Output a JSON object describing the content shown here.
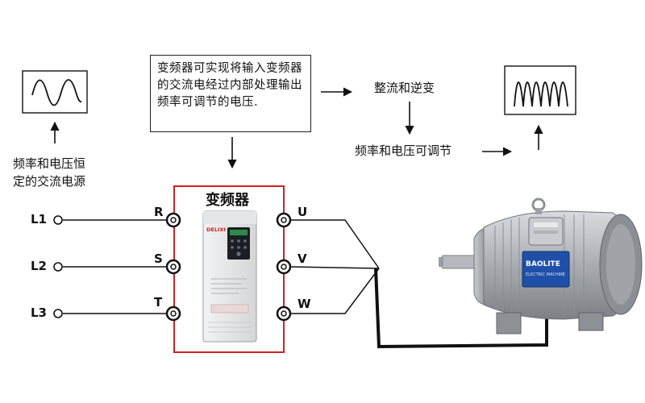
{
  "description": "变频器可实现将输入变频器的交流电经过内部处理输出频率可调节的电压.",
  "input_source_label_line1": "频率和电压恒",
  "input_source_label_line2": "定的交流电源",
  "rectify_invert_label": "整流和逆变",
  "adjustable_label": "频率和电压可调节",
  "inverter_title": "变频器",
  "inputs": [
    "L1",
    "L2",
    "L3"
  ],
  "input_terminals": [
    "R",
    "S",
    "T"
  ],
  "output_terminals": [
    "U",
    "V",
    "W"
  ],
  "inverter_brand": "DELIXI",
  "motor_brand": "BAOLITE",
  "motor_brand_sub": "ELECTRIC MACHINE",
  "colors": {
    "frame": "#d42020",
    "wire": "#111111",
    "motor_body": "#b8bcc0",
    "motor_plate": "#1f4fa8"
  }
}
